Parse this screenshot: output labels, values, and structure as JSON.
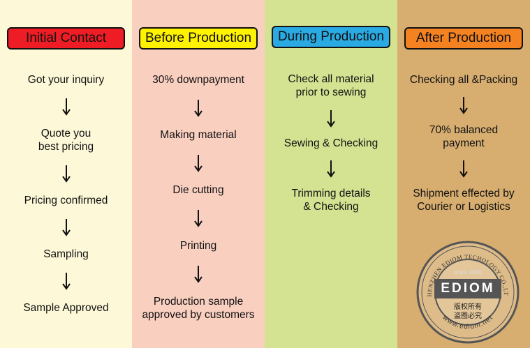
{
  "columns": [
    {
      "header": "Initial Contact",
      "header_color": "#ee1c25",
      "steps": [
        "Got your inquiry",
        "Quote you\nbest pricing",
        "Pricing confirmed",
        "Sampling",
        "Sample Approved"
      ]
    },
    {
      "header": "Before Production",
      "header_color": "#fff200",
      "steps": [
        "30% downpayment",
        "Making material",
        "Die cutting",
        "Printing",
        "Production sample\napproved by customers"
      ]
    },
    {
      "header": "During Production",
      "header_color": "#2aaae2",
      "steps": [
        "Check all material\nprior to sewing",
        "Sewing & Checking",
        "Trimming details\n& Checking"
      ]
    },
    {
      "header": "After Production",
      "header_color": "#f58220",
      "steps": [
        "Checking all &Packing",
        "70% balanced\npayment",
        "Shipment effected by\nCourier or Logistics"
      ]
    }
  ],
  "seal": {
    "brand": "EDIOM",
    "since": "since 2006",
    "ring_text": "SHENZHEN EDIOM TECHOLOGY CO.,LTD",
    "website": "www.ediom.net",
    "cn_line1": "版权所有",
    "cn_line2": "盗图必究"
  }
}
